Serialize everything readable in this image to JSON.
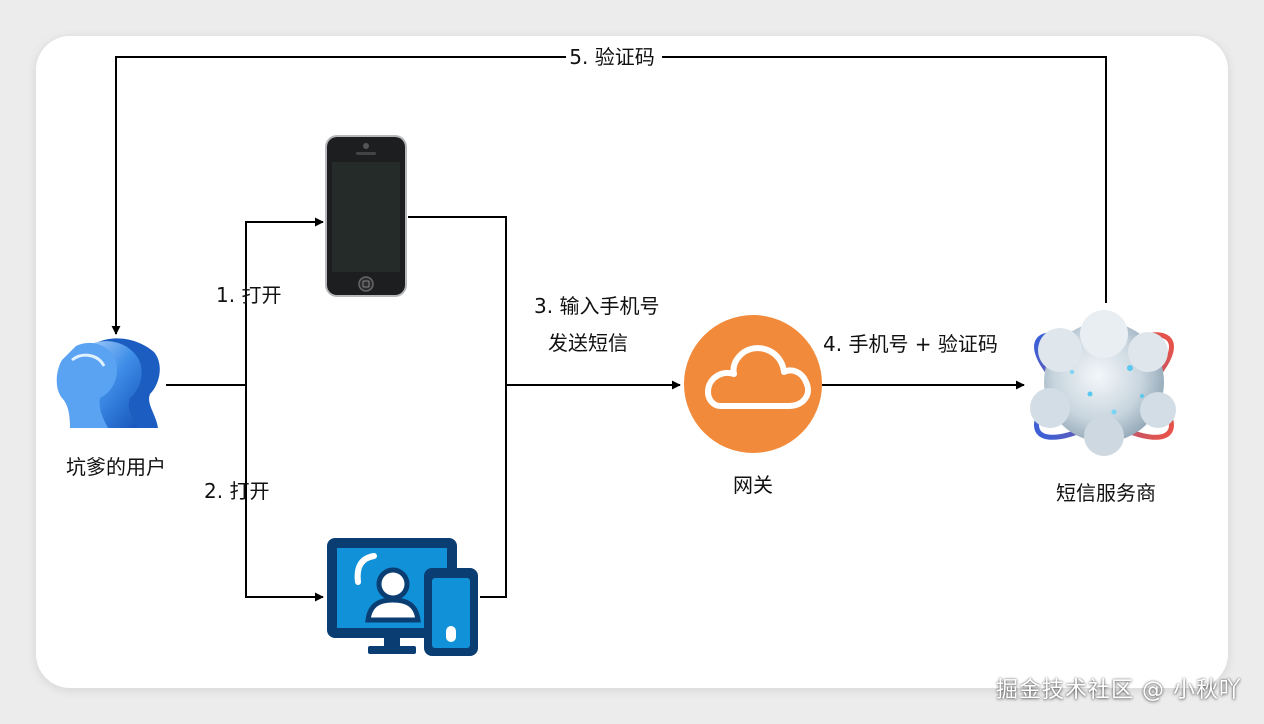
{
  "nodes": {
    "user": {
      "label": "坑爹的用户",
      "icon": "user-group-icon"
    },
    "phone": {
      "icon": "smartphone-icon"
    },
    "computer": {
      "icon": "computer-tablet-icon"
    },
    "gateway": {
      "label": "网关",
      "icon": "cloud-icon",
      "color": "#F28A3B"
    },
    "sms_provider": {
      "label": "短信服务商",
      "icon": "globe-cloud-icon"
    }
  },
  "edges": {
    "open_1": "1. 打开",
    "open_2": "2. 打开",
    "input_line1": "3. 输入手机号",
    "input_line2": "发送短信",
    "phone_code": "4. 手机号 + 验证码",
    "code": "5. 验证码"
  },
  "watermark": "掘金技术社区 @ 小秋吖"
}
